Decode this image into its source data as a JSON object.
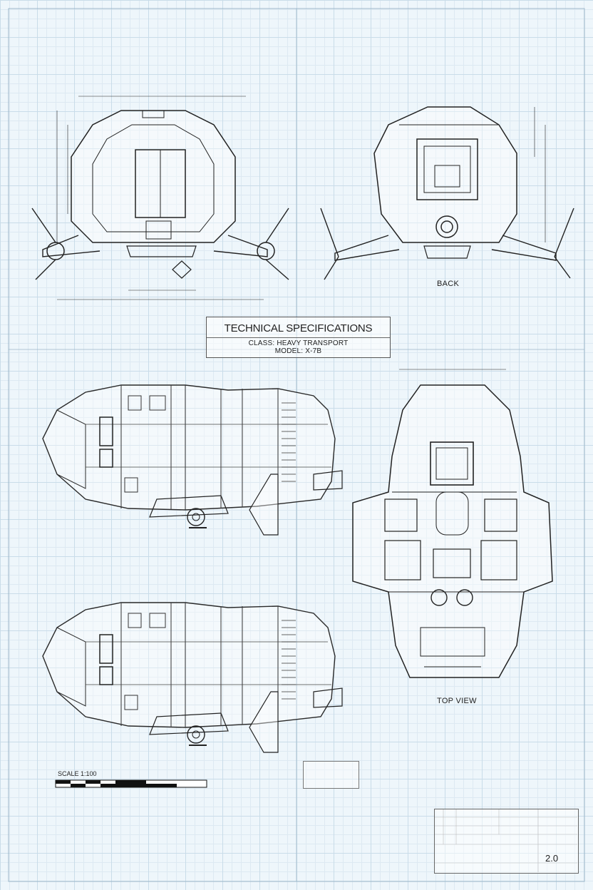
{
  "spec": {
    "title": "TECHNICAL SPECIFICATIONS",
    "class_line": "CLASS: HEAVY TRANSPORT",
    "model_line": "MODEL: X-7B"
  },
  "views": {
    "back": "BACK",
    "top": "TOP VIEW"
  },
  "scale": {
    "label": "SCALE 1:100"
  },
  "title_block": {
    "sheet_number": "2.0"
  }
}
